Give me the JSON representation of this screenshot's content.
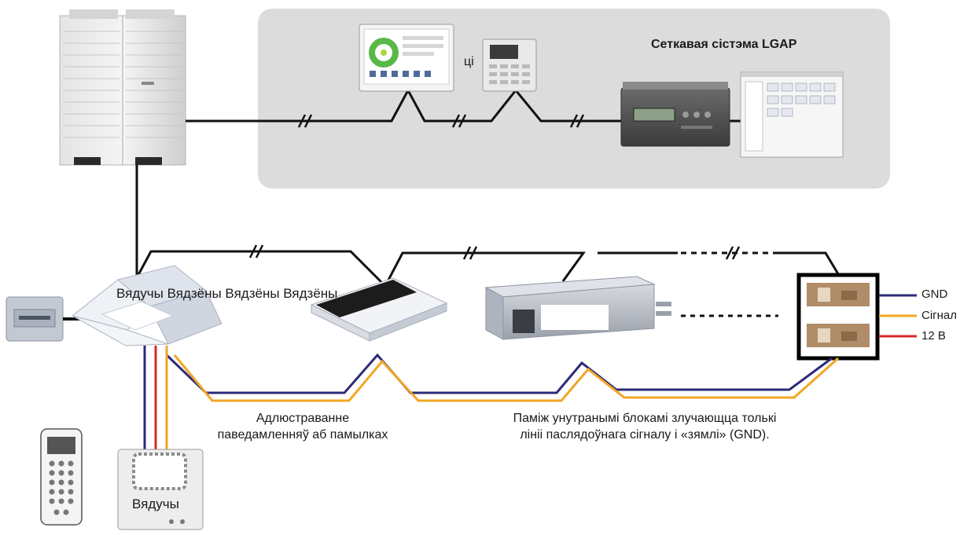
{
  "title": "Сеткавая сістэма LGAP",
  "connector_or": "ці",
  "indoor_units_label": "Вядучы Вядзёны Вядзёны Вядзёны",
  "wired_remote_label": "Вядучы",
  "error_display_text": [
    "Адлюстраванне",
    "паведамленняў аб памылках"
  ],
  "between_units_text": [
    "Паміж унутранымі блокамі злучающца толькі",
    "лініі паслядоўнага сігналу і «зямлі» (GND)."
  ],
  "wire_legend": [
    {
      "label": "GND",
      "color": "#2d2a7a"
    },
    {
      "label": "Сігнал",
      "color": "#f2a625"
    },
    {
      "label": "12 В",
      "color": "#d8262a"
    }
  ],
  "colors": {
    "panel_background": "#dcdcdc",
    "bus_line": "#111111",
    "gnd_wire": "#2d2a7a",
    "signal_wire": "#f2a625",
    "power_wire": "#d8262a"
  }
}
